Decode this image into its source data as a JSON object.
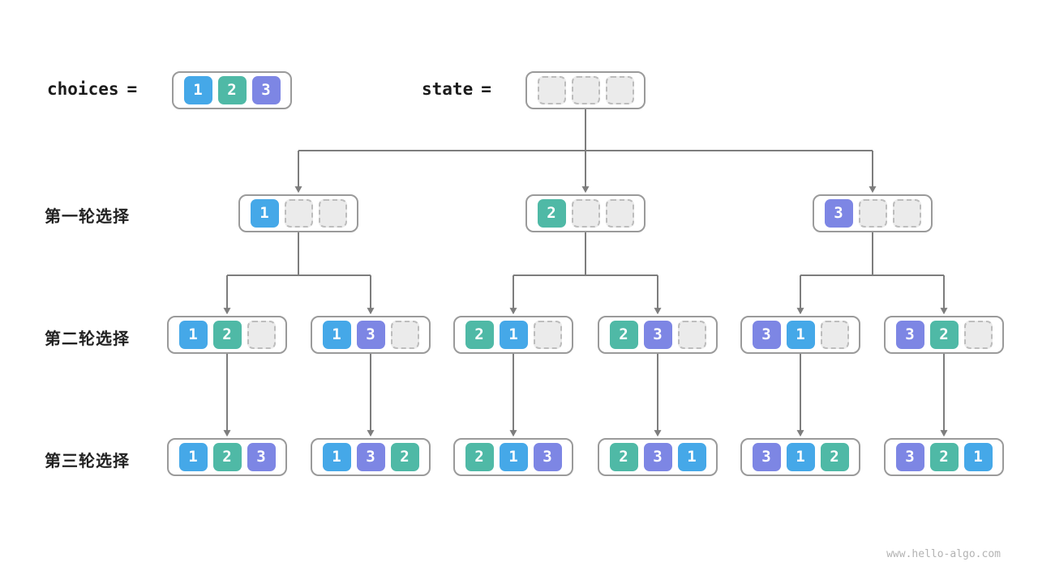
{
  "header": {
    "choices_label": "choices",
    "choices_eq": "=",
    "choices_values": [
      "1",
      "2",
      "3"
    ],
    "state_label": "state",
    "state_eq": "=",
    "state_values": []
  },
  "slots_per_node": 3,
  "colors": {
    "1": "#45a8e8",
    "2": "#4fb9a6",
    "3": "#7d86e4"
  },
  "rows": [
    {
      "label": "第一轮选择",
      "nodes": [
        [
          "1"
        ],
        [
          "2"
        ],
        [
          "3"
        ]
      ]
    },
    {
      "label": "第二轮选择",
      "nodes": [
        [
          "1",
          "2"
        ],
        [
          "1",
          "3"
        ],
        [
          "2",
          "1"
        ],
        [
          "2",
          "3"
        ],
        [
          "3",
          "1"
        ],
        [
          "3",
          "2"
        ]
      ]
    },
    {
      "label": "第三轮选择",
      "nodes": [
        [
          "1",
          "2",
          "3"
        ],
        [
          "1",
          "3",
          "2"
        ],
        [
          "2",
          "1",
          "3"
        ],
        [
          "2",
          "3",
          "1"
        ],
        [
          "3",
          "1",
          "2"
        ],
        [
          "3",
          "2",
          "1"
        ]
      ]
    }
  ],
  "watermark": "www.hello-algo.com"
}
